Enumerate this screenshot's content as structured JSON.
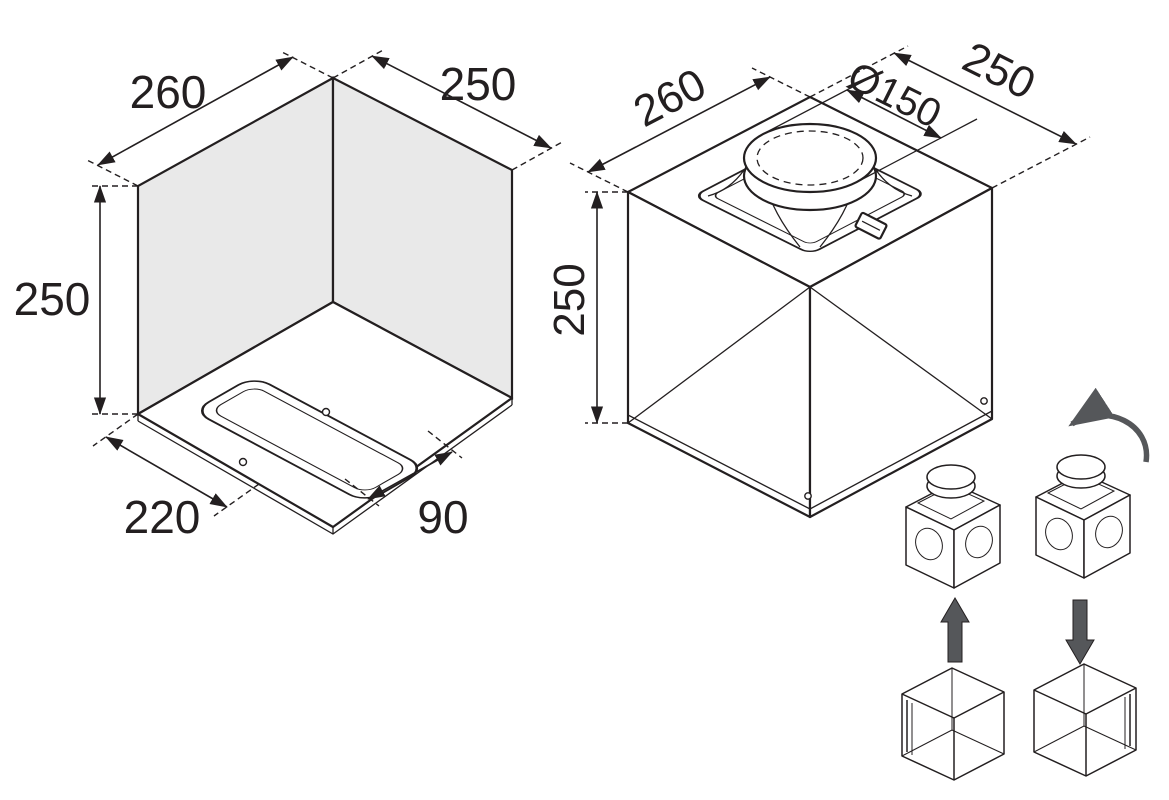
{
  "left_view": {
    "dim_top_left": "260",
    "dim_top_right": "250",
    "dim_height": "250",
    "dim_bottom_left": "220",
    "dim_bottom_right": "90"
  },
  "right_view": {
    "dim_top_left": "260",
    "dim_top_right": "250",
    "dim_duct_diameter": "Ø150",
    "dim_height": "250"
  },
  "colors": {
    "line": "#231f20",
    "wall_fill": "#e9e9e9",
    "arrow_fill": "#55575a",
    "background": "#ffffff"
  }
}
